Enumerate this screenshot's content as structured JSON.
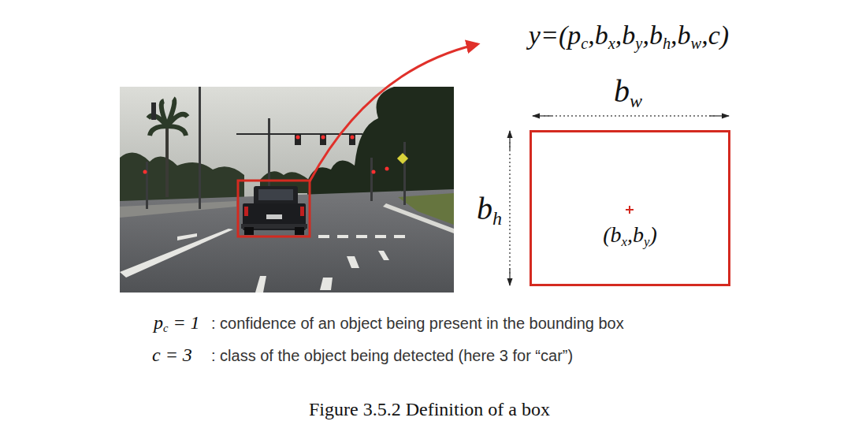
{
  "diagram": {
    "caption": "Figure 3.5.2 Definition of a box",
    "nodes": [
      {
        "text": [
          "(bx,by)"
        ]
      }
    ],
    "labels": [
      "y=(pc,bx,by,bh,bw,c)",
      "bw",
      "bh",
      "pc = 1",
      ": confidence of an object being present in the bounding box",
      "c = 3",
      ": class of the object being detected (here 3 for “car”)"
    ]
  }
}
